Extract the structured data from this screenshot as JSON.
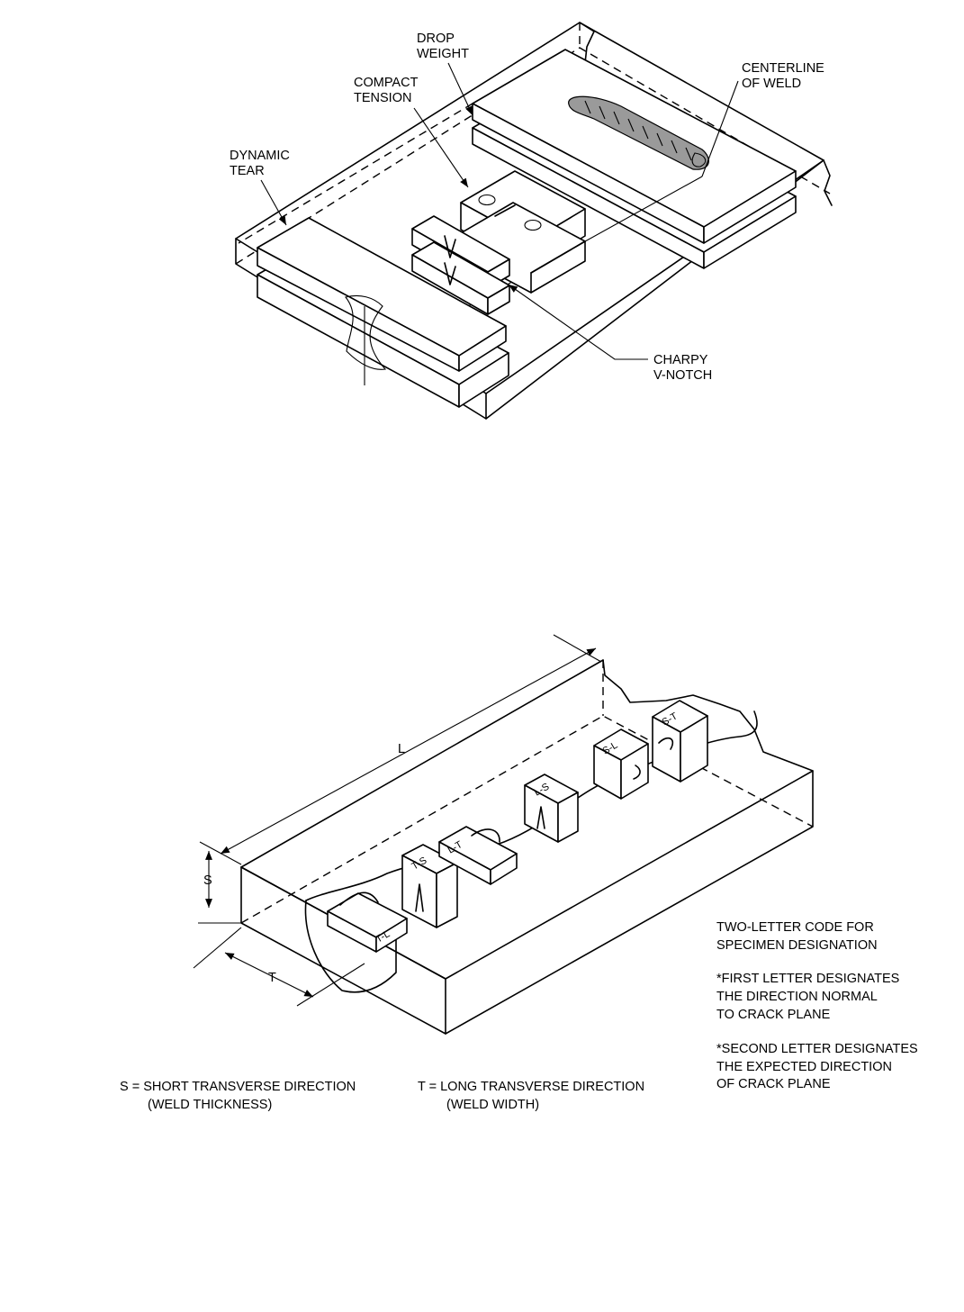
{
  "top_figure": {
    "labels": {
      "drop_weight": [
        "DROP",
        "WEIGHT"
      ],
      "compact_tension": [
        "COMPACT",
        "TENSION"
      ],
      "centerline_of_weld": [
        "CENTERLINE",
        "OF WELD"
      ],
      "dynamic_tear": [
        "DYNAMIC",
        "TEAR"
      ],
      "charpy_v_notch": [
        "CHARPY",
        "V-NOTCH"
      ]
    }
  },
  "bottom_figure": {
    "dimension_labels": {
      "length": "L",
      "short": "S",
      "transverse": "T"
    },
    "specimen_codes": [
      "T-L",
      "T-S",
      "L-T",
      "L-S",
      "S-L",
      "S-T"
    ],
    "notes": [
      "TWO-LETTER CODE FOR",
      "SPECIMEN DESIGNATION",
      "*FIRST LETTER DESIGNATES",
      "THE DIRECTION NORMAL",
      "TO CRACK PLANE",
      "*SECOND LETTER DESIGNATES",
      "THE EXPECTED DIRECTION",
      "OF CRACK PLANE"
    ],
    "legend": {
      "s_line1": "S = SHORT TRANSVERSE DIRECTION",
      "s_line2": "(WELD THICKNESS)",
      "t_line1": "T = LONG TRANSVERSE DIRECTION",
      "t_line2": "(WELD WIDTH)"
    }
  }
}
